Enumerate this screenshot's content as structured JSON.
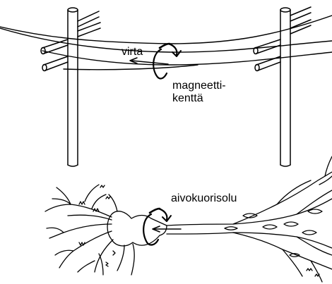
{
  "labels": {
    "current": "virta",
    "magnetic_field_line1": "magneetti-",
    "magnetic_field_line2": "kenttä",
    "neuron": "aivokuorisolu"
  },
  "colors": {
    "ink": "#000000",
    "background": "#ffffff"
  }
}
